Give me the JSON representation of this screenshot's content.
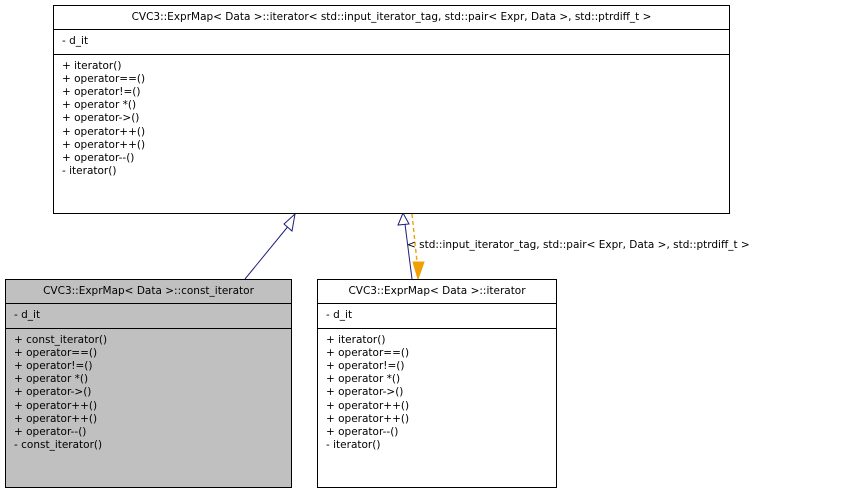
{
  "diagram": {
    "kind": "uml-class-inheritance-diagram",
    "background_color": "#ffffff",
    "classes": [
      {
        "id": "base",
        "name": "CVC3::ExprMap< Data >::iterator< std::input_iterator_tag, std::pair< Expr, Data >, std::ptrdiff_t >",
        "fill_color": "#ffffff",
        "border_color": "#000000",
        "attributes": [
          "- d_it"
        ],
        "operations": [
          "+ iterator()",
          "+ operator==()",
          "+ operator!=()",
          "+ operator *()",
          "+ operator->()",
          "+ operator++()",
          "+ operator++()",
          "+ operator--()",
          "- iterator()"
        ]
      },
      {
        "id": "const_iterator",
        "name": "CVC3::ExprMap< Data >::const_iterator",
        "fill_color": "#c0c0c0",
        "border_color": "#000000",
        "attributes": [
          "- d_it"
        ],
        "operations": [
          "+ const_iterator()",
          "+ operator==()",
          "+ operator!=()",
          "+ operator *()",
          "+ operator->()",
          "+ operator++()",
          "+ operator++()",
          "+ operator--()",
          "- const_iterator()"
        ]
      },
      {
        "id": "iterator",
        "name": "CVC3::ExprMap< Data >::iterator",
        "fill_color": "#ffffff",
        "border_color": "#000000",
        "attributes": [
          "- d_it"
        ],
        "operations": [
          "+ iterator()",
          "+ operator==()",
          "+ operator!=()",
          "+ operator *()",
          "+ operator->()",
          "+ operator++()",
          "+ operator++()",
          "+ operator--()",
          "- iterator()"
        ]
      }
    ],
    "edges": [
      {
        "id": "edge-const-iterator-inherits",
        "type": "inheritance",
        "from": "const_iterator",
        "to": "base",
        "line_color": "#1f1f7a",
        "arrow_style": "hollow-triangle",
        "label": ""
      },
      {
        "id": "edge-iterator-inherits",
        "type": "inheritance",
        "from": "iterator",
        "to": "base",
        "line_color": "#1f1f7a",
        "arrow_style": "hollow-triangle",
        "label": ""
      },
      {
        "id": "edge-template-binding",
        "type": "template-instantiation",
        "from": "base",
        "to": "iterator",
        "line_color": "#f0a000",
        "arrow_style": "filled-arrow-dashed",
        "label": "< std::input_iterator_tag, std::pair< Expr, Data >, std::ptrdiff_t >"
      }
    ]
  }
}
